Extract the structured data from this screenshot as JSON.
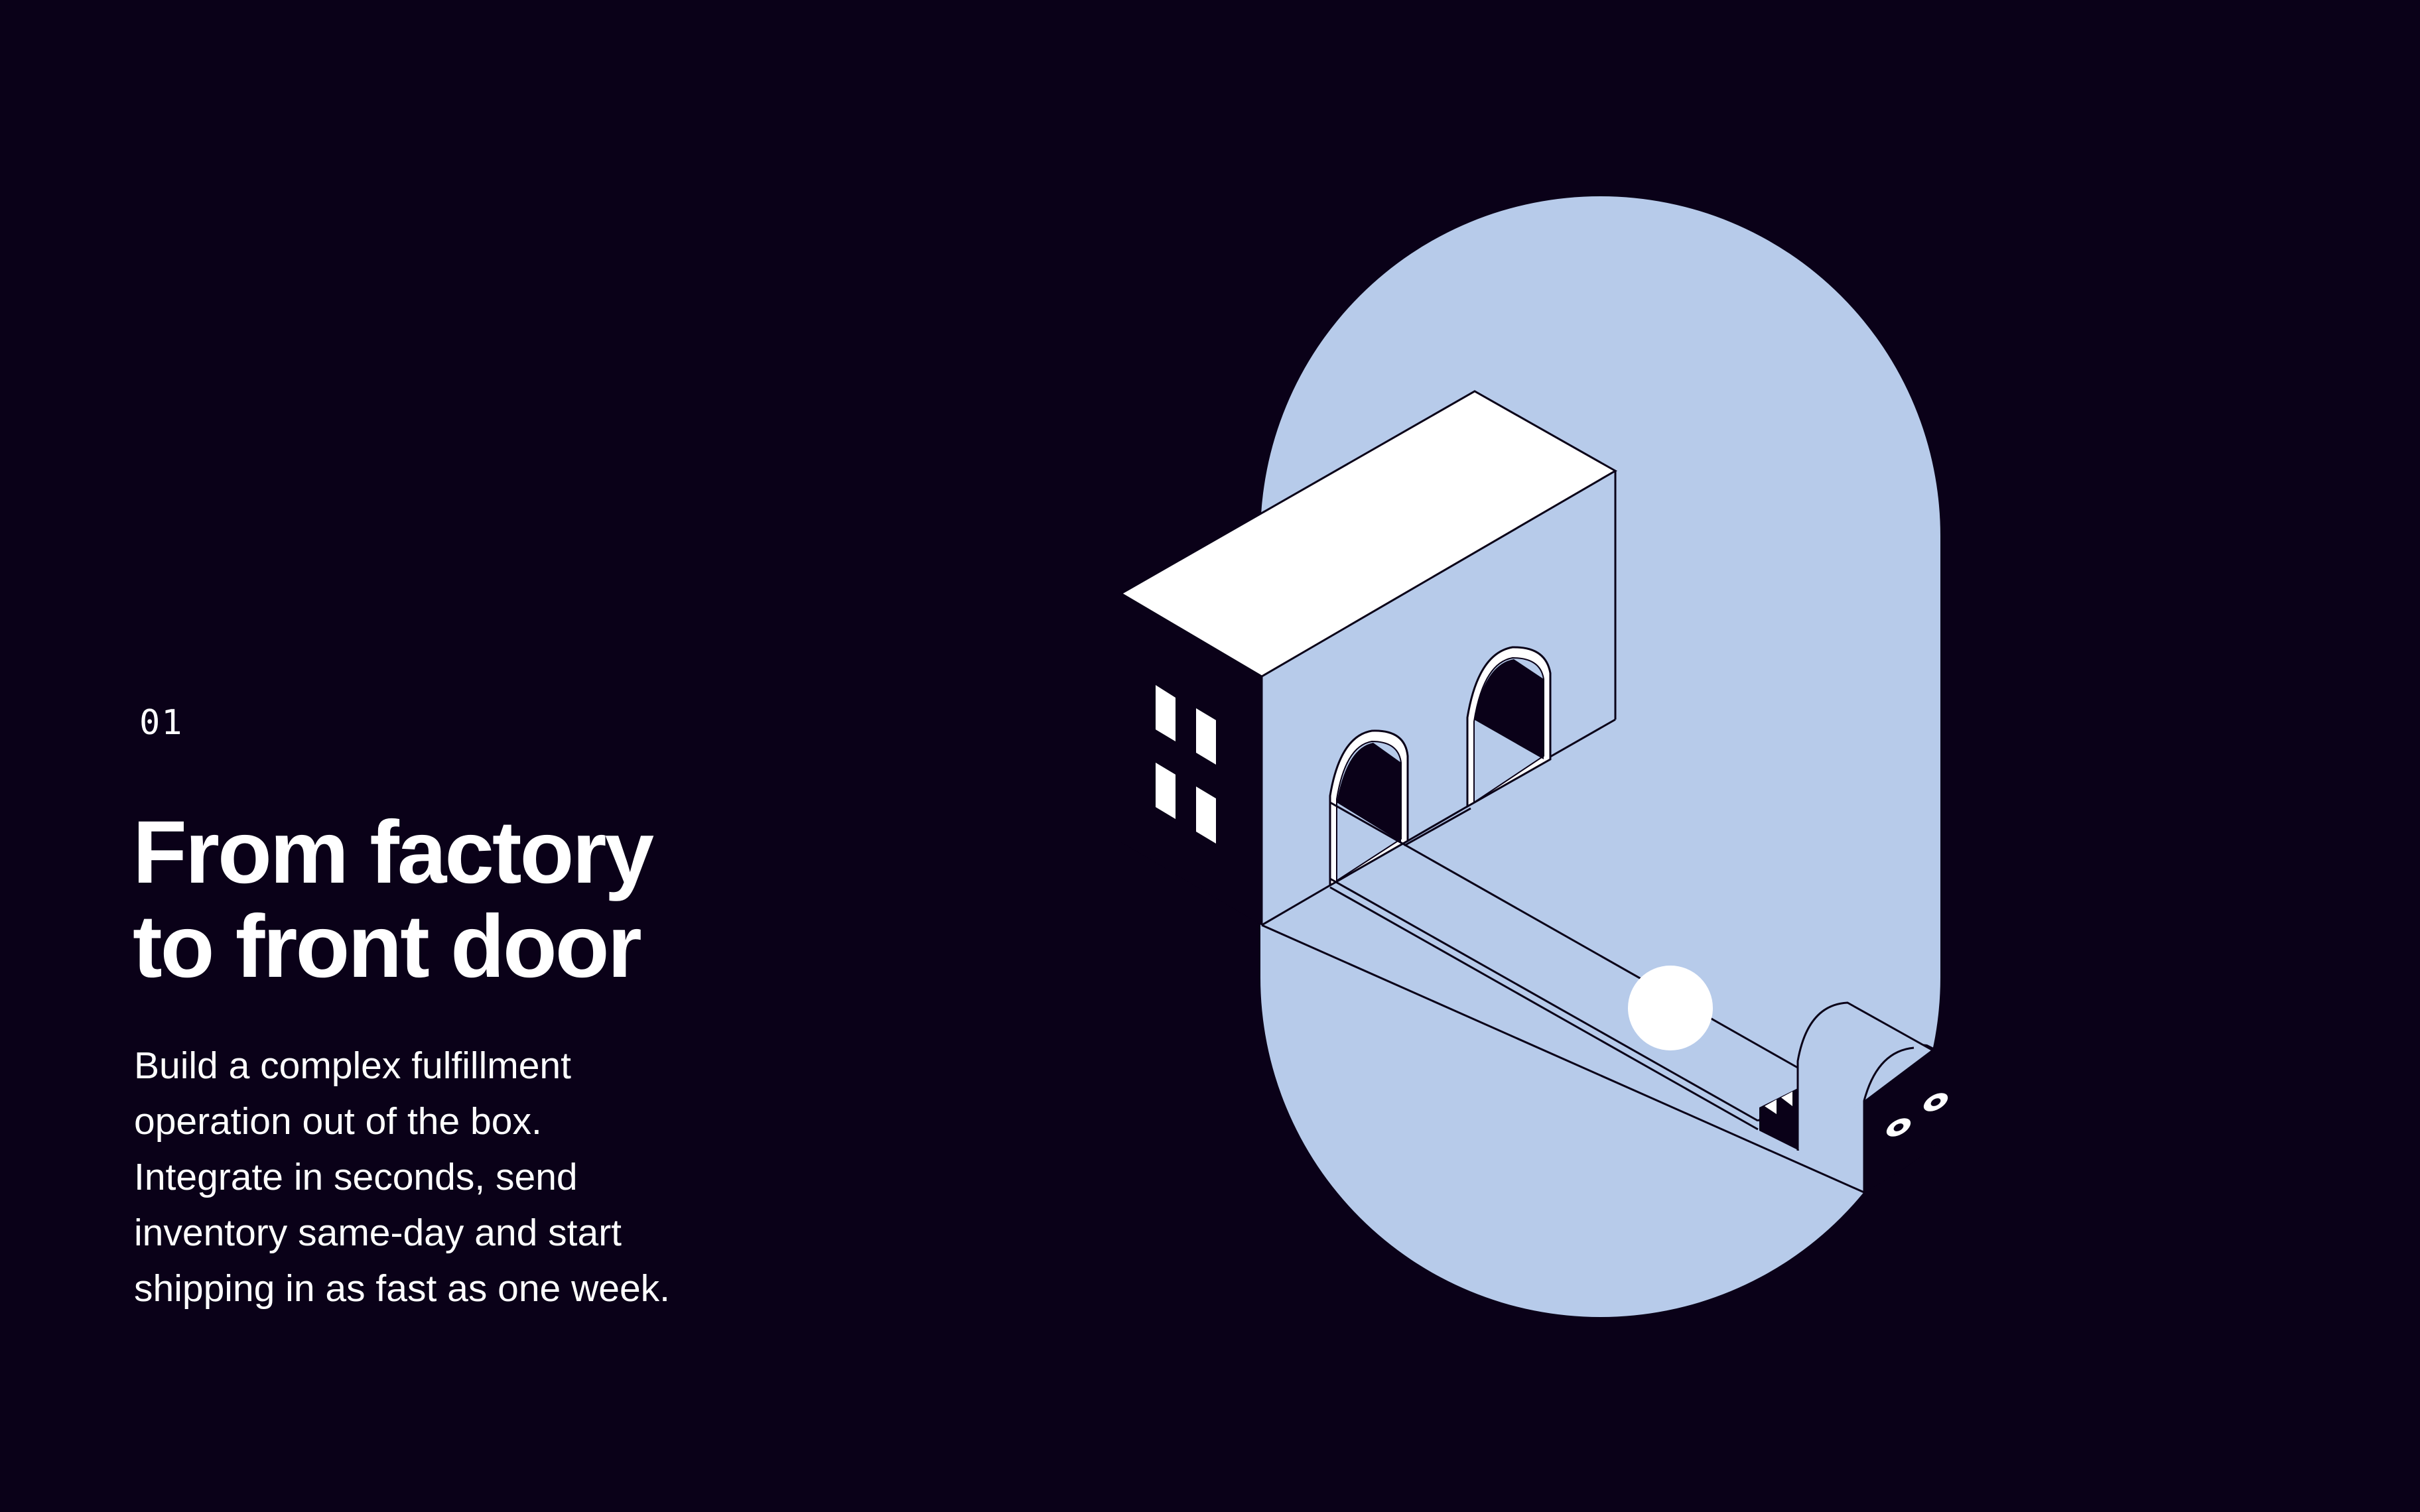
{
  "section": {
    "number": "01",
    "title_lines": [
      "From factory",
      "to front door"
    ],
    "description_lines": [
      "Build a complex fulfillment",
      "operation out of the box.",
      "Integrate in seconds, send",
      "inventory same-day and start",
      "shipping in as fast as one week."
    ]
  },
  "illustration": {
    "subject": "isometric warehouse with arches and conveyor inside a rounded capsule",
    "icon": "warehouse-illustration"
  },
  "colors": {
    "background": "#0a0118",
    "capsule": "#b7cbea",
    "building_top": "#ffffff",
    "outline": "#0a0118",
    "text": "#ffffff"
  }
}
